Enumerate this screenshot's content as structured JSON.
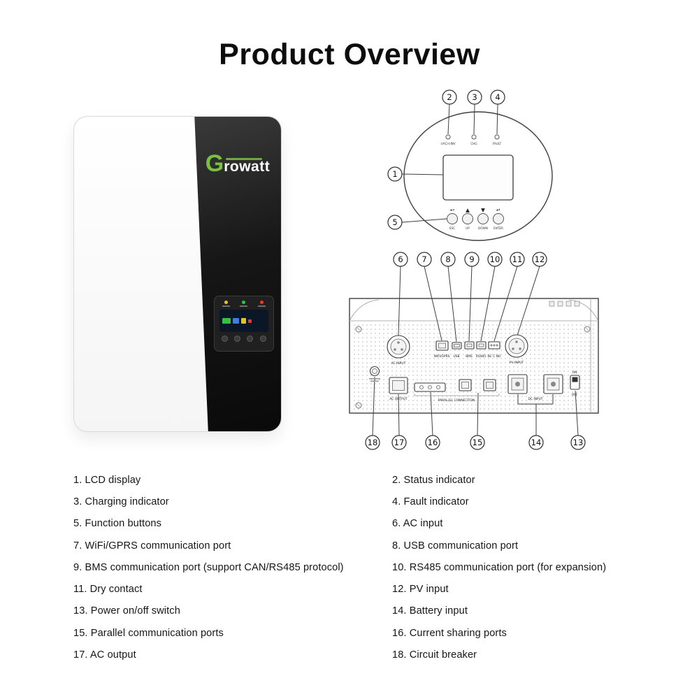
{
  "page": {
    "title": "Product Overview"
  },
  "device": {
    "brand_g": "G",
    "brand_rest": "rowatt"
  },
  "colors": {
    "brand_green": "#7ac143",
    "indicator_yellow": "#e6c229",
    "indicator_green": "#35c04a",
    "indicator_red": "#e23d2e"
  },
  "callouts": [
    "1",
    "2",
    "3",
    "4",
    "5",
    "6",
    "7",
    "8",
    "9",
    "10",
    "11",
    "12",
    "13",
    "14",
    "15",
    "16",
    "17",
    "18"
  ],
  "front_panel": {
    "indicator_labels": [
      "⊙AC/⊙INV",
      "CHG",
      "FAULT"
    ],
    "button_symbols": [
      "↩",
      "▲",
      "▼",
      "↵"
    ],
    "button_labels": [
      "ESC",
      "UP",
      "DOWN",
      "ENTER"
    ]
  },
  "bottom_panel": {
    "labels": {
      "ac_input": "AC INPUT",
      "wifi": "WIFI/GPRS",
      "usb": "USB",
      "bms": "BMS",
      "rs485": "RS485",
      "dry_contact": "NC C NO",
      "pv_input": "PV INPUT",
      "ac_output": "AC OUTPUT",
      "parallel": "PARALLEL CONNECTION",
      "dc_input": "DC INPUT",
      "on": "ON",
      "off": "OFF"
    }
  },
  "legend": {
    "left": [
      "1. LCD display",
      "3. Charging indicator",
      "5. Function buttons",
      "7. WiFi/GPRS communication port",
      "9. BMS communication port (support CAN/RS485 protocol)",
      "11. Dry contact",
      "13. Power on/off switch",
      "15. Parallel communication ports",
      "17. AC output"
    ],
    "right": [
      "2. Status indicator",
      "4. Fault indicator",
      "6. AC input",
      "8. USB communication port",
      "10. RS485 communication port (for expansion)",
      "12. PV input",
      "14. Battery input",
      "16. Current sharing ports",
      "18. Circuit breaker"
    ]
  }
}
